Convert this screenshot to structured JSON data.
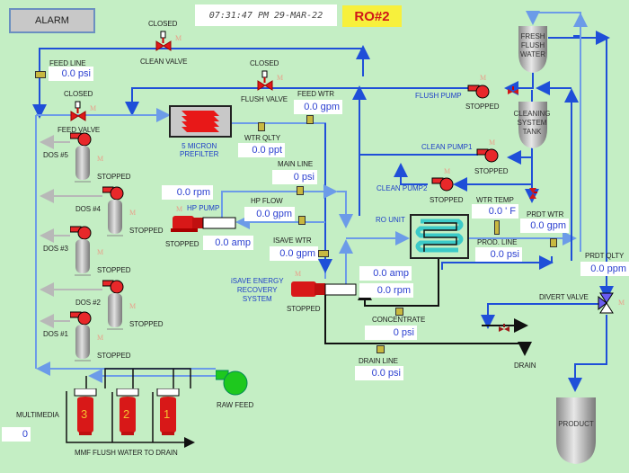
{
  "header": {
    "alarm_button": "ALARM",
    "datetime": "07:31:47 PM 29-MAR-22",
    "unit_name": "RO#2"
  },
  "valves": {
    "clean_valve": {
      "label": "CLEAN VALVE",
      "state": "CLOSED",
      "mode": "M"
    },
    "flush_valve": {
      "label": "FLUSH VALVE",
      "state": "CLOSED",
      "mode": "M"
    },
    "feed_valve": {
      "label": "FEED VALVE",
      "state": "CLOSED",
      "mode": "M"
    },
    "divert_valve": {
      "label": "DIVERT VALVE",
      "mode": "M"
    }
  },
  "readings": {
    "feed_line": {
      "label": "FEED LINE",
      "value": "0.0 psi"
    },
    "feed_wtr": {
      "label": "FEED WTR",
      "value": "0.0 gpm"
    },
    "wtr_qlty": {
      "label": "WTR QLTY",
      "value": "0.0 ppt"
    },
    "main_line": {
      "label": "MAIN LINE",
      "value": "0 psi"
    },
    "hp_rpm": {
      "value": "0.0 rpm"
    },
    "hp_flow": {
      "label": "HP FLOW",
      "value": "0.0 gpm"
    },
    "hp_amp": {
      "value": "0.0 amp"
    },
    "isave_wtr": {
      "label": "ISAVE WTR",
      "value": "0.0 gpm"
    },
    "isave_amp": {
      "value": "0.0 amp"
    },
    "isave_rpm": {
      "value": "0.0 rpm"
    },
    "concentrate": {
      "label": "CONCENTRATE",
      "value": "0 psi"
    },
    "drain_line": {
      "label": "DRAIN LINE",
      "value": "0.0 psi"
    },
    "wtr_temp": {
      "label": "WTR TEMP",
      "value": "0.0 ' F"
    },
    "prdt_wtr": {
      "label": "PRDT WTR",
      "value": "0.0 gpm"
    },
    "prod_line": {
      "label": "PROD. LINE",
      "value": "0.0 psi"
    },
    "prdt_qlty": {
      "label": "PRDT QLTY",
      "value": "0.0 ppm"
    },
    "multimedia": {
      "label": "MULTIMEDIA",
      "value": "0"
    }
  },
  "pumps": {
    "flush_pump": {
      "label": "FLUSH PUMP",
      "state": "STOPPED",
      "mode": "M"
    },
    "clean_pump1": {
      "label": "CLEAN PUMP1",
      "state": "STOPPED",
      "mode": "M"
    },
    "clean_pump2": {
      "label": "CLEAN PUMP2",
      "state": "STOPPED",
      "mode": "M"
    },
    "hp_pump": {
      "label": "HP PUMP",
      "state": "STOPPED",
      "mode": "M"
    },
    "isave": {
      "label": "iSAVE ENERGY RECOVERY SYSTEM",
      "label_lines": [
        "iSAVE ENERGY",
        "RECOVERY",
        "SYSTEM"
      ],
      "state": "STOPPED"
    },
    "raw_feed": {
      "label": "RAW FEED"
    }
  },
  "dosing": [
    {
      "label": "DOS #5",
      "state": "STOPPED",
      "mode": "M"
    },
    {
      "label": "DOS #4",
      "state": "STOPPED",
      "mode": "M"
    },
    {
      "label": "DOS #3",
      "state": "STOPPED",
      "mode": "M"
    },
    {
      "label": "DOS #2",
      "state": "STOPPED",
      "mode": "M"
    },
    {
      "label": "DOS #1",
      "state": "STOPPED",
      "mode": "M"
    }
  ],
  "equipment": {
    "prefilter": {
      "label_lines": [
        "5 MICRON",
        "PREFILTER"
      ]
    },
    "ro_unit": {
      "label": "RO UNIT"
    },
    "fresh_flush_tank": {
      "label_lines": [
        "FRESH",
        "FLUSH",
        "WATER"
      ]
    },
    "cleaning_tank": {
      "label_lines": [
        "CLEANING",
        "SYSTEM",
        "TANK"
      ]
    },
    "product_tank": {
      "label": "PRODUCT"
    },
    "drain": {
      "label": "DRAIN"
    },
    "mmf_filters": [
      "3",
      "2",
      "1"
    ],
    "mmf_drain_label": "MMF FLUSH WATER TO DRAIN"
  },
  "colors": {
    "background": "#c4eec4",
    "pipe_blue": "#1f4fd8",
    "pipe_light_blue": "#6c9be8",
    "stopped_red": "#e8282a",
    "running_green": "#1ec81e",
    "value_text": "#2b3fd0",
    "unit_badge": "#f7f03c"
  }
}
